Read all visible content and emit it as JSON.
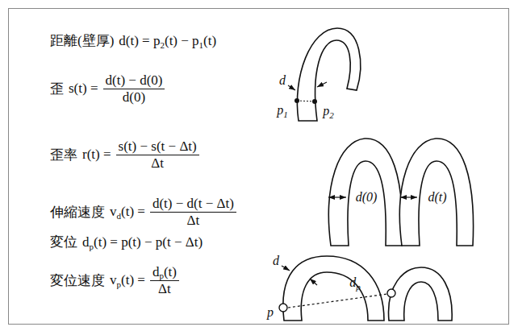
{
  "diagram": {
    "labels": [
      "距離(壁厚)",
      "d(t) = p",
      "2",
      "(t) − p",
      "1",
      "(t)",
      "歪",
      "s(t) =",
      "d(t) − d(0)",
      "d(0)",
      "歪率",
      "r(t) =",
      "s(t) − s(t − Δt)",
      "Δt",
      "伸縮速度",
      "v",
      "d",
      "(t) =",
      "d(t) − d(t − Δt)",
      "Δt",
      "変位",
      "d",
      "p",
      "(t) = p(t) − p(t − Δt)",
      "変位速度",
      "v",
      "p",
      "(t) =",
      "d",
      "p",
      "(t)",
      "Δt",
      "d",
      "p",
      "1",
      "p",
      "2",
      "d(0)",
      "d(t)",
      "d",
      "d",
      "p",
      "p"
    ]
  }
}
